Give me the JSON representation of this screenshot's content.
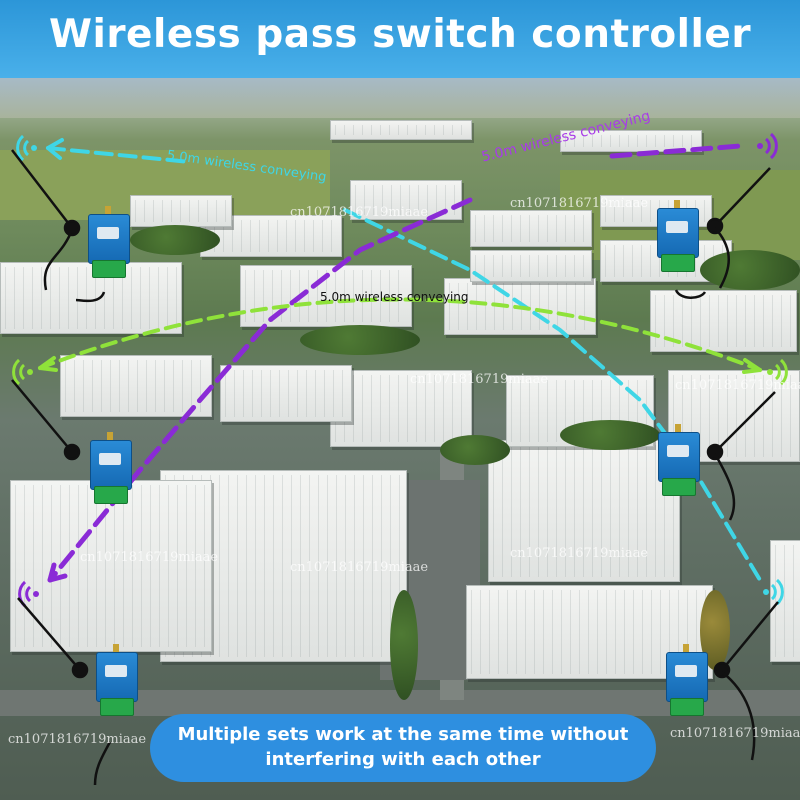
{
  "title": "Wireless pass switch controller",
  "labels": {
    "cyan_top": "5.0m wireless conveying",
    "purple_top": "5.0m wireless conveying",
    "center": "5.0m wireless conveying"
  },
  "caption": {
    "line1": "Multiple sets work at the same time without",
    "line2": "interfering with each other"
  },
  "watermark": "cn1071816719miaae",
  "colors": {
    "title_bar": "#2c96d8",
    "caption_bg": "#2e8fe0",
    "link_cyan": "#3fd6e6",
    "link_purple": "#8a2bd6",
    "link_green": "#8fe23a",
    "device": "#1f7bc8",
    "terminal": "#27a84a"
  },
  "icons": [
    "wifi-signal-icon",
    "switch-controller-device",
    "antenna"
  ]
}
